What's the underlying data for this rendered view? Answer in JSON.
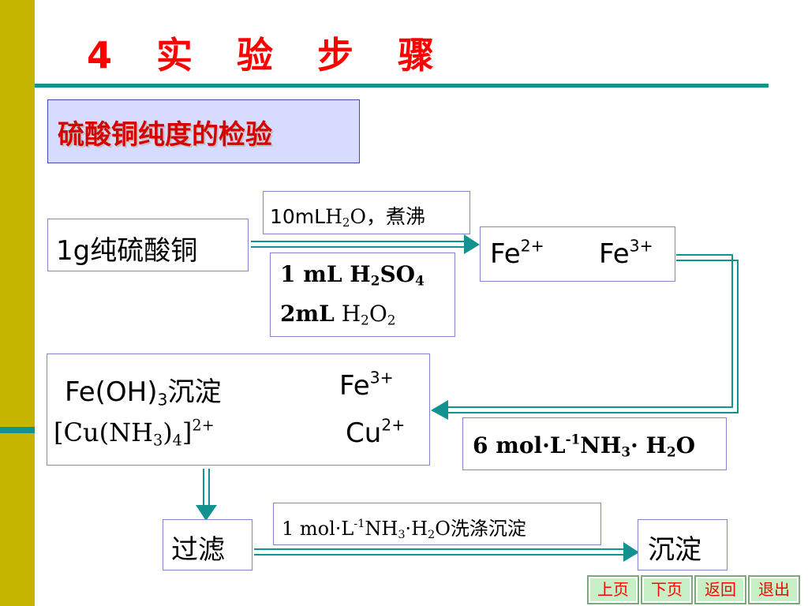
{
  "page": {
    "title": "4 实 验 步 骤",
    "subtitle": "硫酸铜纯度的检验"
  },
  "flow": {
    "start": {
      "text": "1g纯硫酸铜"
    },
    "cond1": {
      "prefix": "10mL",
      "h": "H",
      "sub": "2",
      "o": "O",
      "suffix": "，煮沸"
    },
    "cond2": {
      "line1_a": "1 mL H",
      "line1_sub1": "2",
      "line1_b": "SO",
      "line1_sub2": "4",
      "line2_a": "2mL",
      "line2_b": " H",
      "line2_sub1": "2",
      "line2_c": "O",
      "line2_sub2": "2"
    },
    "fe_box": {
      "fe2": "Fe",
      "fe2_sup": "2+",
      "fe3": "Fe",
      "fe3_sup": "3+"
    },
    "mid": {
      "r1_a": "Fe(OH)",
      "r1_sub": "3",
      "r1_b": "沉淀",
      "r1_right": "Fe",
      "r1_right_sup": "3+",
      "r2_a": "[Cu(NH",
      "r2_sub1": "3",
      "r2_b": ")",
      "r2_sub2": "4",
      "r2_c": "]",
      "r2_sup": "2+",
      "r2_right": "Cu",
      "r2_right_sup": "2+"
    },
    "nh3": {
      "a": "6 mol·L",
      "sup": "-1",
      "b": "NH",
      "sub1": "3",
      "c": "· H",
      "sub2": "2",
      "d": "O"
    },
    "filter": {
      "text": "过滤"
    },
    "wash": {
      "a": "1 mol·L",
      "sup": "-1",
      "b": "NH",
      "sub1": "3",
      "c": "·H",
      "sub2": "2",
      "d": "O洗涤沉淀"
    },
    "precipitate": {
      "text": "沉淀"
    }
  },
  "nav": {
    "prev": "上页",
    "next": "下页",
    "back": "返回",
    "exit": "退出"
  },
  "colors": {
    "title": "#ff0000",
    "accent_teal": "#13928f",
    "accent_olive": "#c5b400",
    "box_border": "#7f86c9"
  }
}
